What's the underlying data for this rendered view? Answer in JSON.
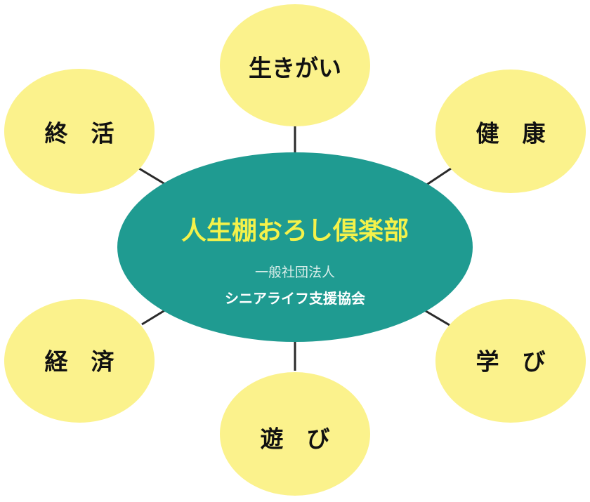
{
  "colors": {
    "bubble_fill": "#fbf28c",
    "hub_fill": "#1f9b91",
    "hub_title": "#f4f24a",
    "hub_subtitle": "#d9eeea",
    "hub_org": "#ffffff",
    "connector": "#2a2a2a"
  },
  "center": {
    "title": "人生棚おろし倶楽部",
    "subtitle": "一般社団法人",
    "organization": "シニアライフ支援協会"
  },
  "topics": {
    "ikigai": "生きがい",
    "kenko": "健　康",
    "shukatsu": "終　活",
    "keizai": "経　済",
    "asobi": "遊　び",
    "manabi": "学　び"
  }
}
